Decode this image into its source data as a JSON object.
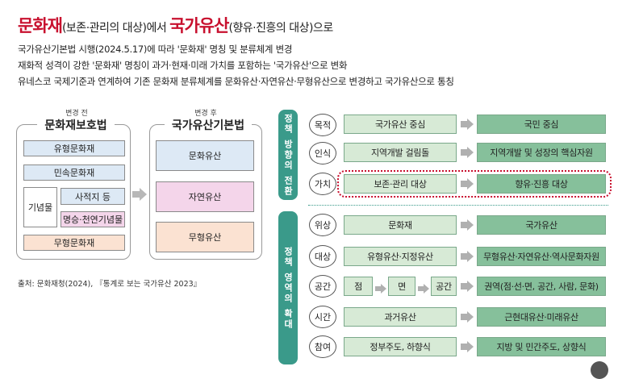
{
  "title": {
    "main1": "문화재",
    "sub1": "(보존·관리의 대상)에서 ",
    "main2": "국가유산",
    "sub2": "(향유·진흥의 대상)으로"
  },
  "description": [
    "국가유산기본법 시행(2024.5.17)에 따라 '문화재' 명칭 및 분류체계 변경",
    "재화적 성격이 강한 '문화재' 명칭이 과거·현재·미래 가치를 포함하는 '국가유산'으로 변화",
    "유네스코 국제기준과 연계하여 기존 문화재 분류체계를 문화유산·자연유산·무형유산으로 변경하고 국가유산으로 통칭"
  ],
  "before": {
    "caption": "변경 전",
    "law": "문화재보호법",
    "items": {
      "tangible": "유형문화재",
      "folk": "민속문화재",
      "monument": "기념물",
      "historic_site": "사적지 등",
      "scenic": "명승·천연기념물",
      "intangible": "무형문화재"
    }
  },
  "after": {
    "caption": "변경 후",
    "law": "국가유산기본법",
    "items": [
      "문화유산",
      "자연유산",
      "무형유산"
    ]
  },
  "policy_direction": {
    "label": "정책 방향의 전환",
    "rows": [
      {
        "key": "목적",
        "from": "국가유산 중심",
        "to": "국민 중심"
      },
      {
        "key": "인식",
        "from": "지역개발 걸림돌",
        "to": "지역개발 및 성장의 핵심자원"
      },
      {
        "key": "가치",
        "from": "보존·관리 대상",
        "to": "향유·진흥 대상"
      }
    ]
  },
  "policy_scope": {
    "label": "정책 영역의 확대",
    "rows": [
      {
        "key": "위상",
        "from": "문화재",
        "to": "국가유산"
      },
      {
        "key": "대상",
        "from": "유형유산·지정유산",
        "to": "무형유산·자연유산·역사문화자원"
      },
      {
        "key": "공간",
        "from_steps": [
          "점",
          "면",
          "공간"
        ],
        "to": "권역(점·선·면, 공간, 사람, 문화)"
      },
      {
        "key": "시간",
        "from": "과거유산",
        "to": "근현대유산·미래유산"
      },
      {
        "key": "참여",
        "from": "정부주도, 하향식",
        "to": "지방 및 민간주도, 상향식"
      }
    ]
  },
  "source": "출처: 문화재청(2024), 『통계로 보는 국가유산 2023』",
  "colors": {
    "title_red": "#c8102e",
    "teal_bar": "#3a9a8a",
    "light_green": "#d7ead6",
    "dark_green": "#86c09b",
    "blue": "#dde9f5",
    "pink": "#f4d5ea",
    "peach": "#fbe2d2",
    "highlight_red": "#c8102e"
  }
}
